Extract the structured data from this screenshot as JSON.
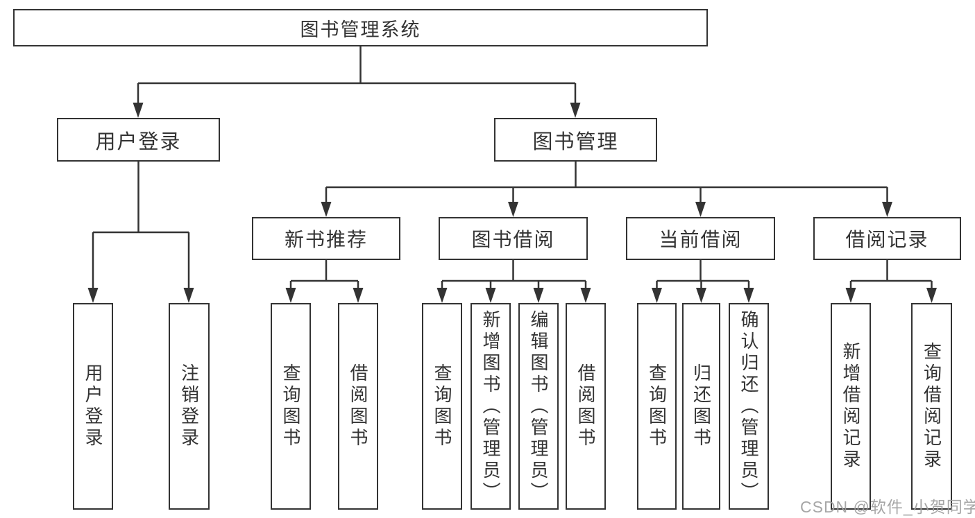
{
  "diagram_title": "图书管理系统",
  "tree": {
    "root": {
      "label": "图书管理系统",
      "children": [
        {
          "label": "用户登录",
          "children": [
            {
              "label": "用户登录"
            },
            {
              "label": "注销登录"
            }
          ]
        },
        {
          "label": "图书管理",
          "children": [
            {
              "label": "新书推荐",
              "children": [
                {
                  "label": "查询图书"
                },
                {
                  "label": "借阅图书"
                }
              ]
            },
            {
              "label": "图书借阅",
              "children": [
                {
                  "label": "查询图书"
                },
                {
                  "label": "新增图书（管理员）"
                },
                {
                  "label": "编辑图书（管理员）"
                },
                {
                  "label": "借阅图书"
                }
              ]
            },
            {
              "label": "当前借阅",
              "children": [
                {
                  "label": "查询图书"
                },
                {
                  "label": "归还图书"
                },
                {
                  "label": "确认归还（管理员）"
                }
              ]
            },
            {
              "label": "借阅记录",
              "children": [
                {
                  "label": "新增借阅记录"
                },
                {
                  "label": "查询借阅记录"
                }
              ]
            }
          ]
        }
      ]
    }
  },
  "watermark": {
    "text": "CSDN @软件_小贺同学"
  },
  "colors": {
    "line": "#333333",
    "border": "#333333",
    "text": "#333333",
    "background": "#ffffff",
    "watermark": "#9e9e9e"
  }
}
